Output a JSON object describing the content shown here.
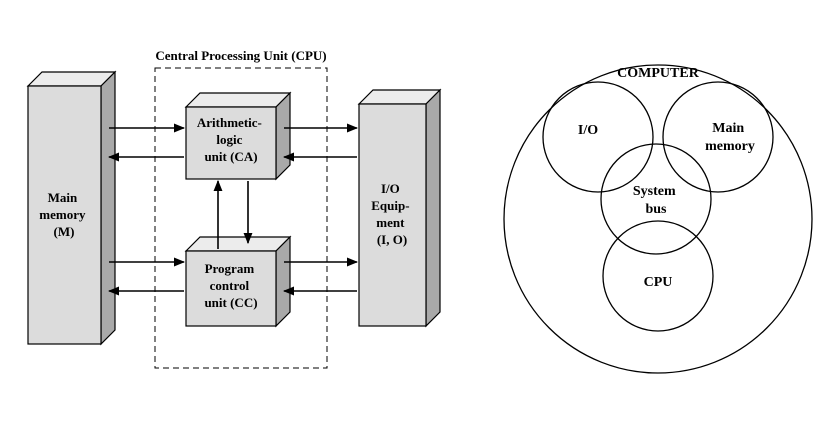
{
  "left_diagram": {
    "cpu_title": "Central Processing Unit (CPU)",
    "main_memory": [
      "Main",
      "memory",
      "(M)"
    ],
    "alu": [
      "Arithmetic-",
      "logic",
      "unit (CA)"
    ],
    "pcu": [
      "Program",
      "control",
      "unit (CC)"
    ],
    "io": [
      "I/O",
      "Equip-",
      "ment",
      "(I, O)"
    ]
  },
  "right_diagram": {
    "computer": "COMPUTER",
    "io": "I/O",
    "main_memory": [
      "Main",
      "memory"
    ],
    "system_bus": [
      "System",
      "bus"
    ],
    "cpu": "CPU"
  }
}
